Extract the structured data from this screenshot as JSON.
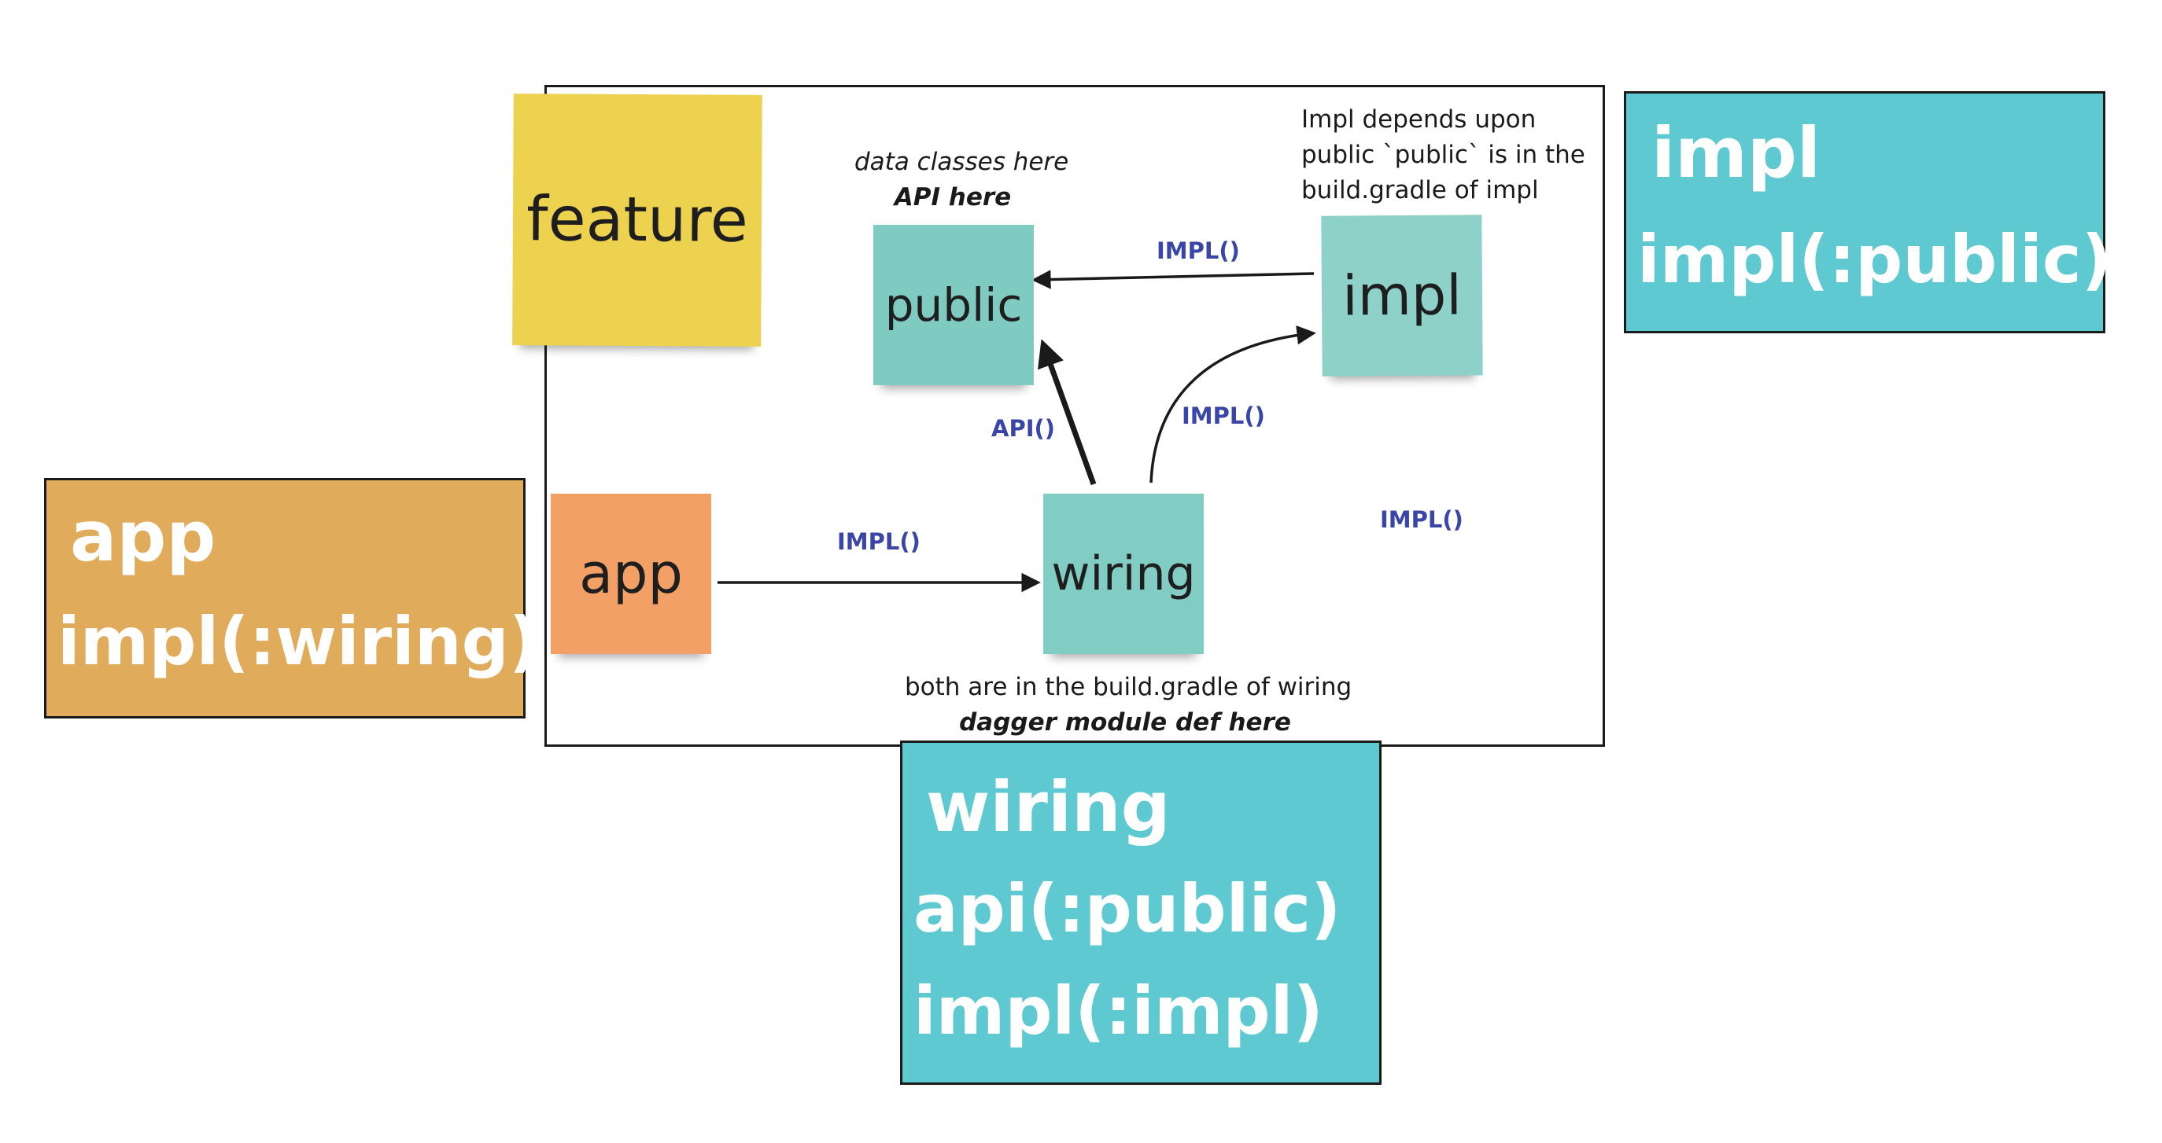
{
  "module_notes": {
    "impl": {
      "name": "impl",
      "dependency": "impl(:public)",
      "color": "#5ec9d1"
    },
    "app": {
      "name": "app",
      "dependency": "impl(:wiring)",
      "color": "#e0ab5a"
    },
    "wiring": {
      "name": "wiring",
      "dependencies": [
        "api(:public)",
        "impl(:impl)"
      ],
      "color": "#5ec9d1"
    }
  },
  "stickies": {
    "feature": {
      "label": "feature",
      "color": "#edd24f"
    },
    "public": {
      "label": "public",
      "color": "#7fcac1"
    },
    "impl": {
      "label": "impl",
      "color": "#8dd1c8"
    },
    "app": {
      "label": "app",
      "color": "#f3a066"
    },
    "wiring": {
      "label": "wiring",
      "color": "#82cdc3"
    }
  },
  "notes": {
    "public_caption": "data classes here",
    "public_caption_bold": "API here",
    "impl_note": [
      "Impl depends upon",
      "public `public` is in the",
      "build.gradle of impl"
    ],
    "wiring_caption": "both are in the build.gradle of wiring",
    "wiring_caption_bold": "dagger module def here"
  },
  "edges": {
    "impl_to_public": "IMPL()",
    "wiring_to_public": "API()",
    "wiring_to_impl": "IMPL()",
    "app_to_wiring": "IMPL()",
    "floating": "IMPL()"
  }
}
